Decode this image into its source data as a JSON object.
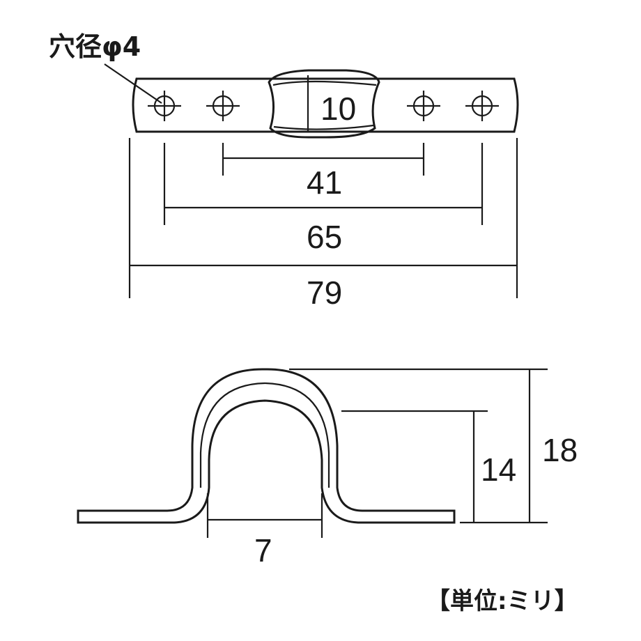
{
  "labels": {
    "hole_note": "穴径φ4",
    "dim_10": "10",
    "dim_41": "41",
    "dim_65": "65",
    "dim_79": "79",
    "dim_7": "7",
    "dim_14": "14",
    "dim_18": "18",
    "unit_note": "【単位:ミリ】"
  }
}
